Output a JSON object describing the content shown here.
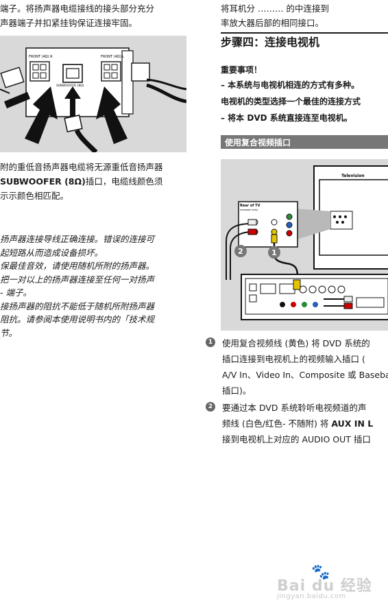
{
  "left": {
    "intro_lines": [
      "端子。将扬声器电缆接线的接头部分充分",
      "声器端子并扣紧挂钩保证连接牢固。"
    ],
    "figure_left": {
      "label_a": "FRONT (4Ω) R",
      "label_b": "FRONT (4Ω) L",
      "label_c": "SUBWOOFER (8Ω)"
    },
    "para_lines": [
      [
        "附的重低音扬声器电缆将无源重低音扬声器",
        ""
      ],
      [
        "SUBWOOFER (8Ω)",
        "插口，电缆线颜色须"
      ],
      [
        "示示颜色相匹配。",
        ""
      ]
    ],
    "note_lines": [
      "扬声器连接导线正确连接。错误的连接可",
      "起短路从而造成设备损坏。",
      "保最佳音效，请使用随机所附的扬声器。",
      "把一对以上的扬声器连接至任何一对扬声",
      "- 端子。",
      "接扬声器的阻抗不能低于随机所附扬声器",
      "阻抗。请参阅本使用说明书内的「技术规",
      "节。"
    ]
  },
  "right": {
    "top_lines": [
      "将耳机分 ……… 的中连接到",
      "率放大器后部的相同接口。"
    ],
    "step_title": "步骤四：连接电视机",
    "notes_title": "重要事项！",
    "notes_lines": [
      "– 本系统与电视机相连的方式有多种。",
      "电视机的类型选择一个最佳的连接方式",
      "– 将本 DVD 系统直接连至电视机。"
    ],
    "section_title": "使用复合视频插口",
    "figure_right": {
      "tv_label": "Television",
      "rear_label": "Rear of TV",
      "rear_sub": "(example only)",
      "callout_1": "1",
      "callout_2": "2"
    },
    "steps": [
      {
        "num": "1",
        "lines": [
          [
            "使用复合视频线 (黄色) 将 DVD 系统的",
            ""
          ],
          [
            "插口连接到电视机上的视频输入插口 (",
            ""
          ],
          [
            "A/V In、Video In、Composite 或 Baseba",
            ""
          ],
          [
            "插口)。",
            ""
          ]
        ]
      },
      {
        "num": "2",
        "lines": [
          [
            "要通过本 DVD 系统聆听电视频道的声",
            ""
          ],
          [
            "频线 (白色/红色- 不随附) 将 ",
            "AUX IN L"
          ],
          [
            "接到电视机上对应的 AUDIO OUT 插口",
            ""
          ]
        ]
      }
    ]
  },
  "watermark": {
    "text": "Bai du 经验",
    "url": "jingyan.baidu.com"
  }
}
